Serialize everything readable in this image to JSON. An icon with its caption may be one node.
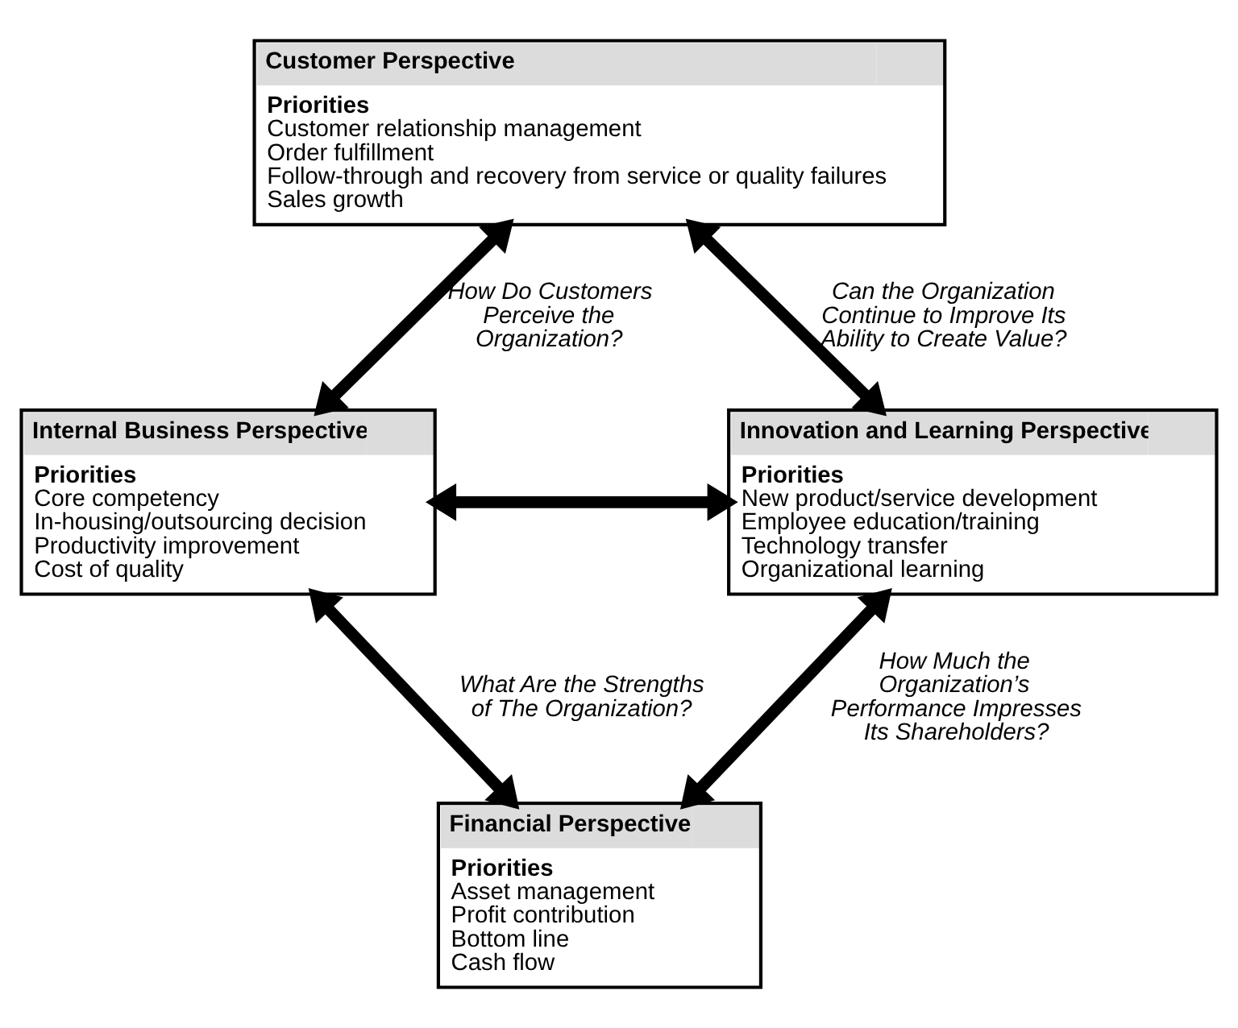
{
  "diagram": {
    "nodes": [
      {
        "text": [
          "Customer Perspective",
          "Priorities",
          "Customer relationship management",
          "Order fulfillment",
          "Follow-through and recovery from service or quality failures",
          "Sales growth"
        ]
      },
      {
        "text": [
          "Internal Business Perspective",
          "Priorities",
          "Core competency",
          "In-housing/outsourcing decision",
          "Productivity improvement",
          "Cost of quality"
        ]
      },
      {
        "text": [
          "Innovation and Learning Perspective",
          "Priorities",
          "New product/service development",
          "Employee education/training",
          "Technology transfer",
          "Organizational learning"
        ]
      },
      {
        "text": [
          "Financial Perspective",
          "Priorities",
          "Asset management",
          "Profit contribution",
          "Bottom line",
          "Cash flow"
        ]
      }
    ],
    "edges": [
      {
        "from": 0,
        "to": 1,
        "arrow": "both",
        "label": "How Do Customers Perceive the Organization?"
      },
      {
        "from": 0,
        "to": 2,
        "arrow": "both",
        "label": "Can the Organization Continue to Improve Its Ability to Create Value?"
      },
      {
        "from": 1,
        "to": 2,
        "arrow": "both"
      },
      {
        "from": 1,
        "to": 3,
        "arrow": "both",
        "label": "What Are the Strengths of The Organization?"
      },
      {
        "from": 2,
        "to": 3,
        "arrow": "both",
        "label": "How Much the Organization’s Performance Impresses Its Shareholders?"
      }
    ]
  }
}
